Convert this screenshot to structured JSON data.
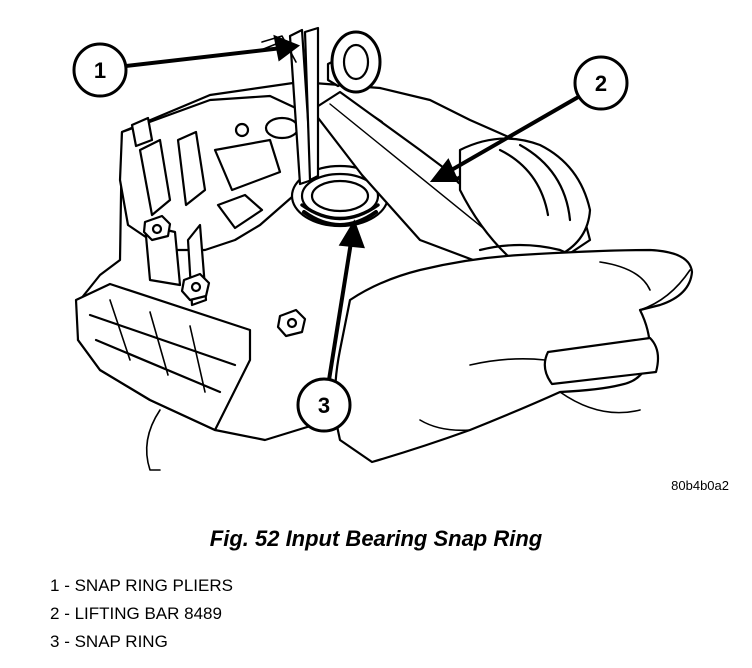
{
  "figure": {
    "callouts": [
      {
        "number": "1"
      },
      {
        "number": "2"
      },
      {
        "number": "3"
      }
    ],
    "code": "80b4b0a2"
  },
  "caption": "Fig. 52 Input Bearing Snap Ring",
  "legend": [
    {
      "number": "1",
      "separator": " - ",
      "text": "SNAP RING PLIERS"
    },
    {
      "number": "2",
      "separator": " - ",
      "text": "LIFTING BAR 8489"
    },
    {
      "number": "3",
      "separator": " - ",
      "text": "SNAP RING"
    }
  ]
}
